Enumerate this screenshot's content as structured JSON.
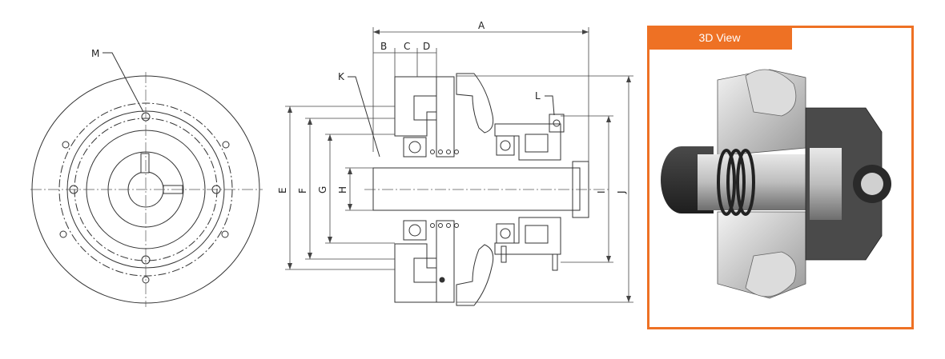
{
  "dimension_labels": {
    "A": "A",
    "B": "B",
    "C": "C",
    "D": "D",
    "E": "E",
    "F": "F",
    "G": "G",
    "H": "H",
    "I": "I",
    "J": "J",
    "K": "K",
    "L": "L",
    "M": "M"
  },
  "panel": {
    "title": "3D View"
  },
  "colors": {
    "accent": "#ee7124",
    "line": "#333333",
    "centerline": "#555555"
  }
}
